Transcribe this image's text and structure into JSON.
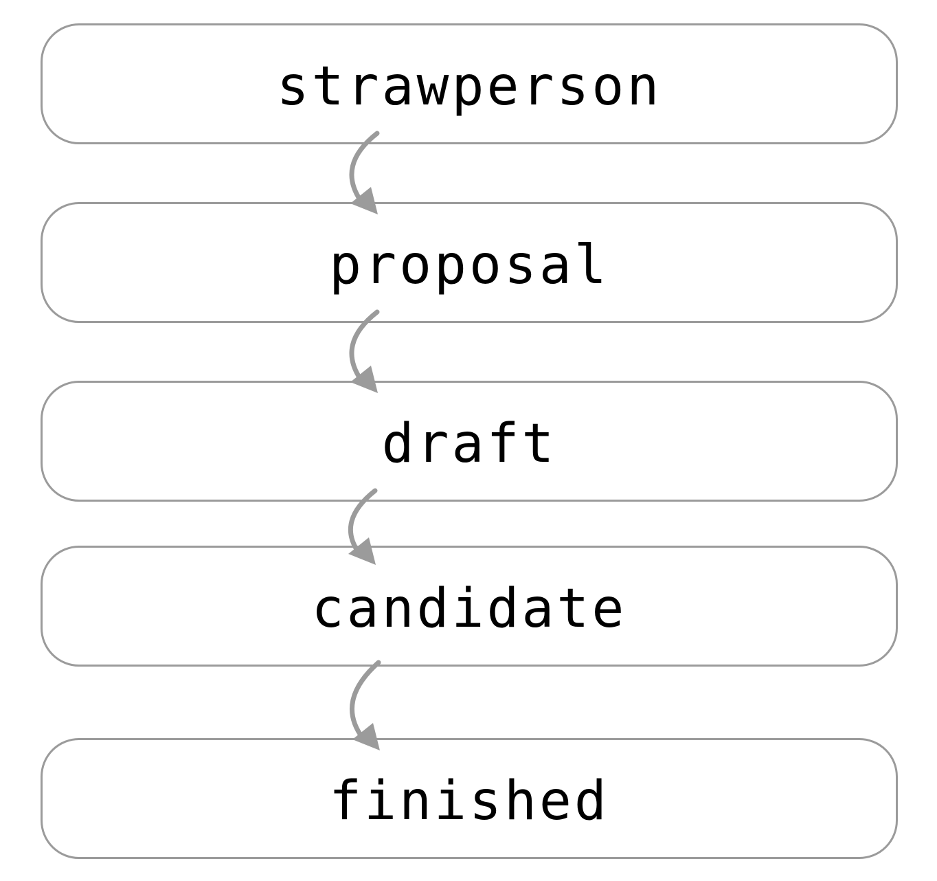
{
  "stages": [
    {
      "label": "strawperson"
    },
    {
      "label": "proposal"
    },
    {
      "label": "draft"
    },
    {
      "label": "candidate"
    },
    {
      "label": "finished"
    }
  ],
  "colors": {
    "border": "#9b9b9b",
    "arrow": "#9b9b9b",
    "text": "#000000"
  },
  "icons": {
    "transition": "curved-arrow-down-icon"
  }
}
